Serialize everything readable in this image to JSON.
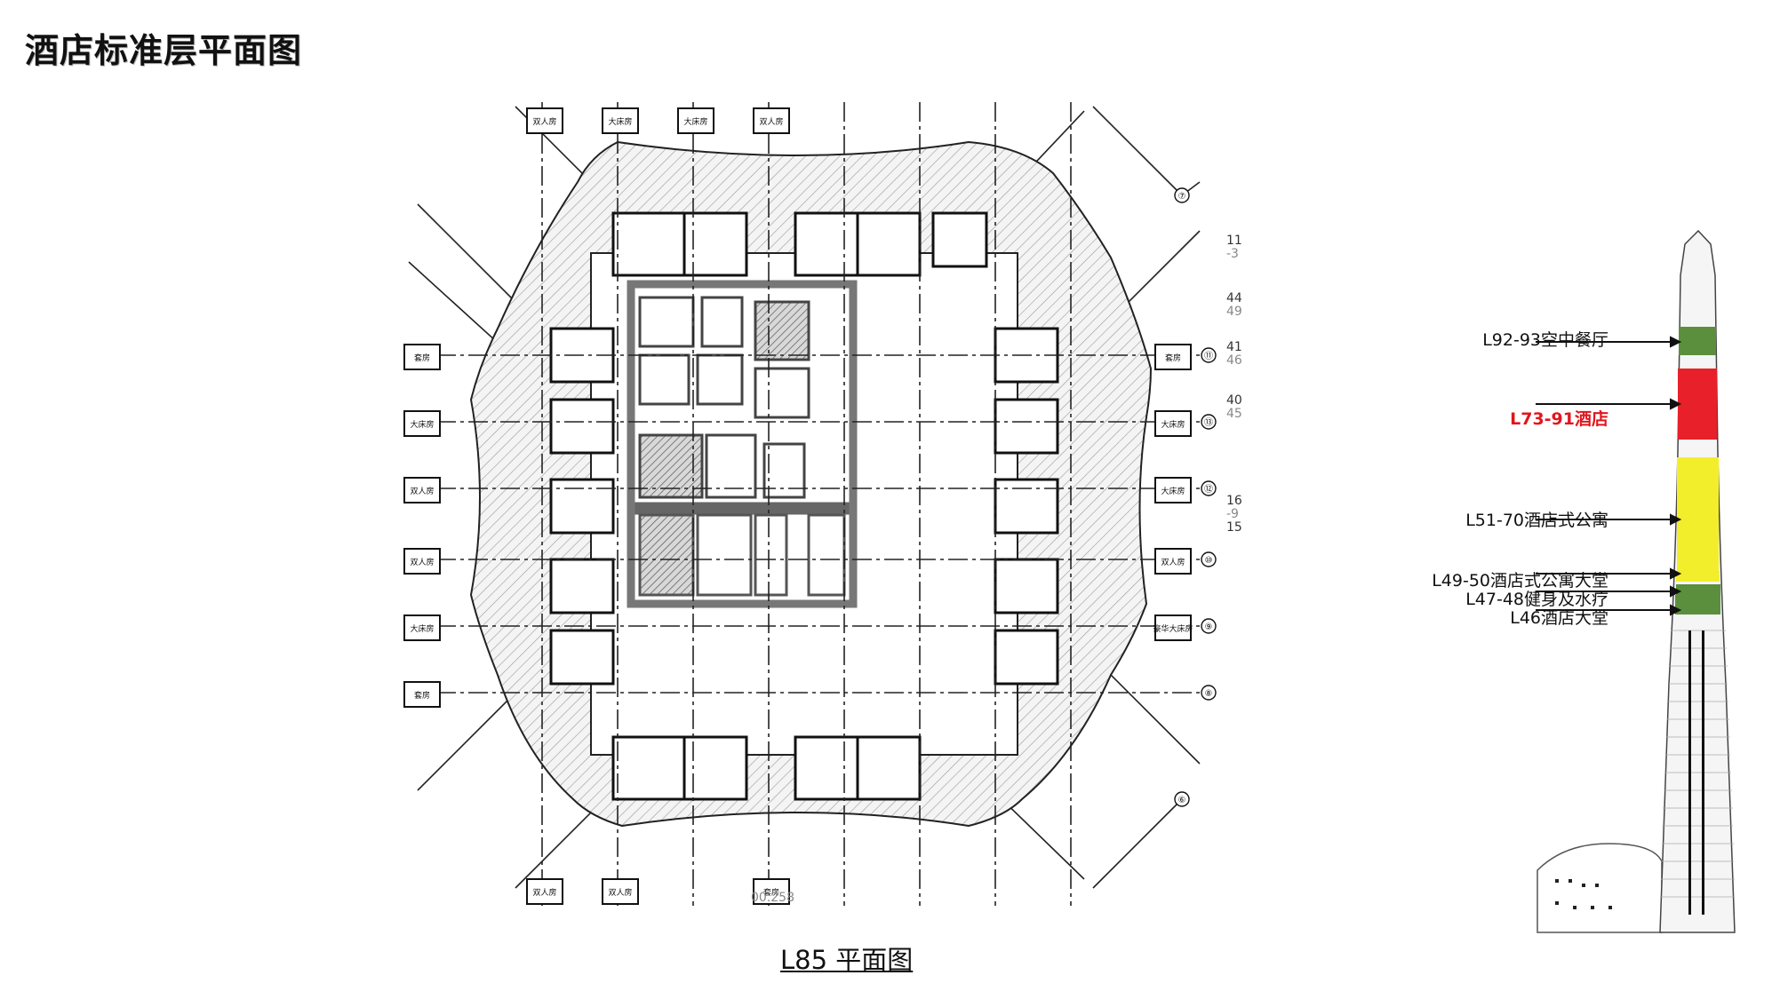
{
  "page": {
    "title": "酒店标准层平面图",
    "plan_caption": "L85 平面图"
  },
  "plan": {
    "room_tags": {
      "top": [
        "双人房",
        "大床房",
        "大床房",
        "双人房"
      ],
      "bottom": [
        "双人房",
        "双人房",
        "套房"
      ],
      "left": [
        "套房",
        "大床房",
        "双人房",
        "双人房",
        "大床房",
        "套房"
      ],
      "right": [
        "套房",
        "大床房",
        "大床房",
        "双人房",
        "豪华大床房"
      ]
    },
    "grid_labels": [
      "⑪",
      "⑬",
      "⑫",
      "⑩",
      "⑨",
      "⑧",
      "⑦",
      "⑥"
    ],
    "dimension_text": [
      "11",
      "-3",
      "44",
      "49",
      "41",
      "46",
      "40",
      "45",
      "16",
      "-9",
      "15",
      "00.258"
    ]
  },
  "legend": [
    {
      "label": "L92-93空中餐厅",
      "color": "#5b8f3e",
      "highlight": false
    },
    {
      "label": "L73-91酒店",
      "color": "#e8202a",
      "highlight": true
    },
    {
      "label": "L51-70酒店式公寓",
      "color": "#f3ee2c",
      "highlight": false
    },
    {
      "label": "L49-50酒店式公寓大堂",
      "color": "#f3ee2c",
      "highlight": false
    },
    {
      "label": "L47-48健身及水疗",
      "color": "#5b8f3e",
      "highlight": false
    },
    {
      "label": "L46酒店大堂",
      "color": "#5b8f3e",
      "highlight": false
    }
  ]
}
